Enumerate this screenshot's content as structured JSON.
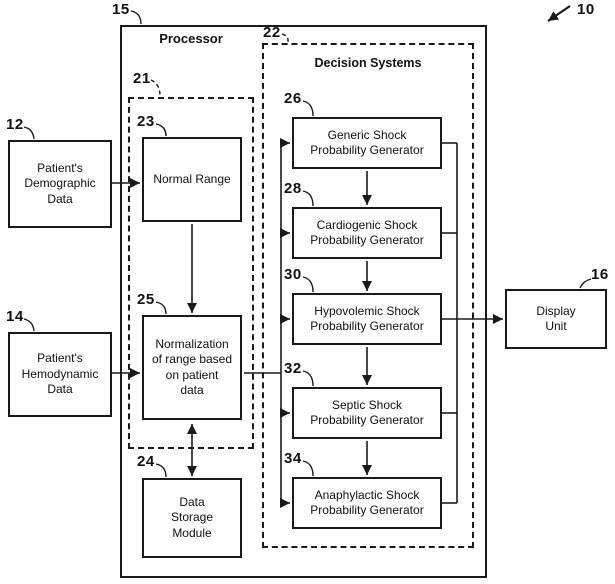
{
  "figure": {
    "pointer_ref": "10"
  },
  "processor": {
    "ref": "15",
    "title": "Processor"
  },
  "group21": {
    "ref": "21"
  },
  "decision": {
    "ref": "22",
    "title": "Decision Systems"
  },
  "inputs": {
    "demographic": {
      "ref": "12",
      "label": "Patient's\nDemographic\nData"
    },
    "hemodynamic": {
      "ref": "14",
      "label": "Patient's\nHemodynamic\nData"
    }
  },
  "normal_range": {
    "ref": "23",
    "label": "Normal Range"
  },
  "normalization": {
    "ref": "25",
    "label": "Normalization\nof range based\non patient\ndata"
  },
  "storage": {
    "ref": "24",
    "label": "Data\nStorage\nModule"
  },
  "display": {
    "ref": "16",
    "label": "Display\nUnit"
  },
  "generators": [
    {
      "ref": "26",
      "label": "Generic Shock\nProbability Generator"
    },
    {
      "ref": "28",
      "label": "Cardiogenic Shock\nProbability Generator"
    },
    {
      "ref": "30",
      "label": "Hypovolemic Shock\nProbability Generator"
    },
    {
      "ref": "32",
      "label": "Septic Shock\nProbability Generator"
    },
    {
      "ref": "34",
      "label": "Anaphylactic Shock\nProbability Generator"
    }
  ],
  "colors": {
    "line": "#1a1a1a",
    "background": "#ffffff"
  }
}
